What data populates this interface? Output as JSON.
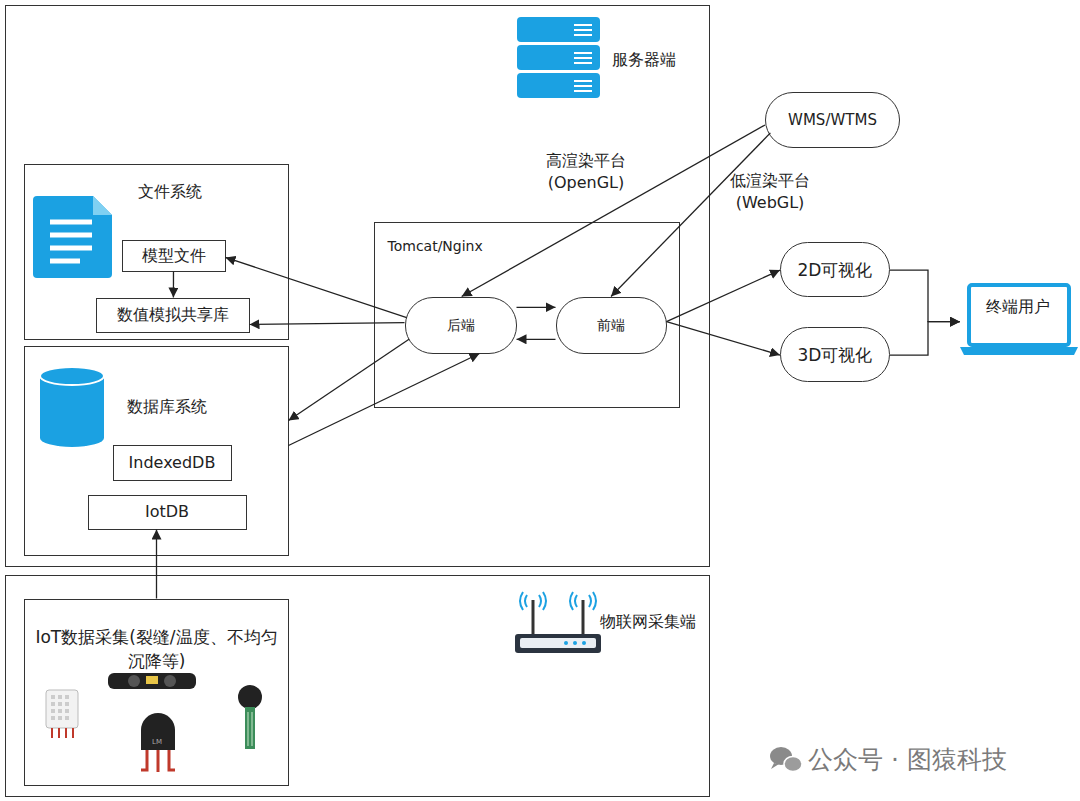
{
  "diagram": {
    "nodes": [
      {
        "text": [
          "服务器端"
        ]
      },
      {
        "text": [
          "文件系统"
        ],
        "in": 0
      },
      {
        "text": [
          "模型文件"
        ],
        "in": 1
      },
      {
        "text": [
          "数值模拟共享库"
        ],
        "in": 1
      },
      {
        "text": [
          "数据库系统"
        ],
        "in": 0
      },
      {
        "text": [
          "IndexedDB"
        ],
        "in": 4
      },
      {
        "text": [
          "IotDB"
        ],
        "in": 4
      },
      {
        "text": [
          "Tomcat/Nginx"
        ],
        "in": 0
      },
      {
        "text": [
          "后端"
        ],
        "in": 7
      },
      {
        "text": [
          "前端"
        ],
        "in": 7
      },
      {
        "text": [
          "WMS/WTMS"
        ]
      },
      {
        "text": [
          "2D可视化"
        ]
      },
      {
        "text": [
          "3D可视化"
        ]
      },
      {
        "text": [
          "终端用户"
        ]
      },
      {
        "text": [
          "物联网采集端"
        ]
      },
      {
        "text": [
          "IoT数据采集(裂缝/温度、不均匀沉降等)"
        ],
        "in": 14
      }
    ],
    "edges": [
      {
        "from": 8,
        "to": 2,
        "arrow": "to"
      },
      {
        "from": 8,
        "to": 3,
        "arrow": "to"
      },
      {
        "from": 2,
        "to": 3,
        "arrow": "to"
      },
      {
        "from": 8,
        "to": 4,
        "arrow": "to"
      },
      {
        "from": 4,
        "to": 8,
        "arrow": "to"
      },
      {
        "from": 8,
        "to": 9,
        "arrow": "to"
      },
      {
        "from": 9,
        "to": 8,
        "arrow": "to"
      },
      {
        "from": 10,
        "to": 8,
        "label": "高渲染平台 (OpenGL)",
        "arrow": "to"
      },
      {
        "from": 10,
        "to": 9,
        "label": "低渲染平台 (WebGL)",
        "arrow": "to"
      },
      {
        "from": 9,
        "to": 11,
        "arrow": "to"
      },
      {
        "from": 9,
        "to": 12,
        "arrow": "to"
      },
      {
        "from": 11,
        "to": 13,
        "arrow": "to"
      },
      {
        "from": 12,
        "to": 13,
        "arrow": "to"
      },
      {
        "from": 15,
        "to": 6,
        "arrow": "to"
      }
    ],
    "labels": [
      "公众号 · 图猿科技"
    ]
  }
}
